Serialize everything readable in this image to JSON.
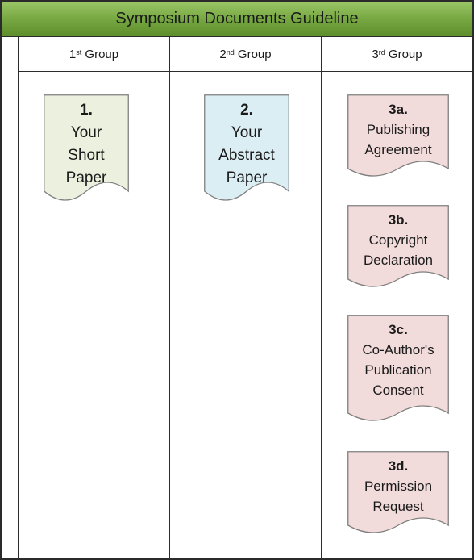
{
  "title": "Symposium Documents Guideline",
  "columns": [
    {
      "ordinal": "1",
      "suffix": "st",
      "label": "Group"
    },
    {
      "ordinal": "2",
      "suffix": "nd",
      "label": "Group"
    },
    {
      "ordinal": "3",
      "suffix": "rd",
      "label": "Group"
    }
  ],
  "documents": [
    {
      "number": "1.",
      "label": "Your\nShort\nPaper",
      "color": "#ebf1de"
    },
    {
      "number": "2.",
      "label": "Your\nAbstract\nPaper",
      "color": "#dbeef4"
    },
    {
      "number": "3a.",
      "label": "Publishing\nAgreement",
      "color": "#f2dcdb"
    },
    {
      "number": "3b.",
      "label": "Copyright\nDeclaration",
      "color": "#f2dcdb"
    },
    {
      "number": "3c.",
      "label": "Co-Author's\nPublication\nConsent",
      "color": "#f2dcdb"
    },
    {
      "number": "3d.",
      "label": "Permission\nRequest",
      "color": "#f2dcdb"
    }
  ]
}
